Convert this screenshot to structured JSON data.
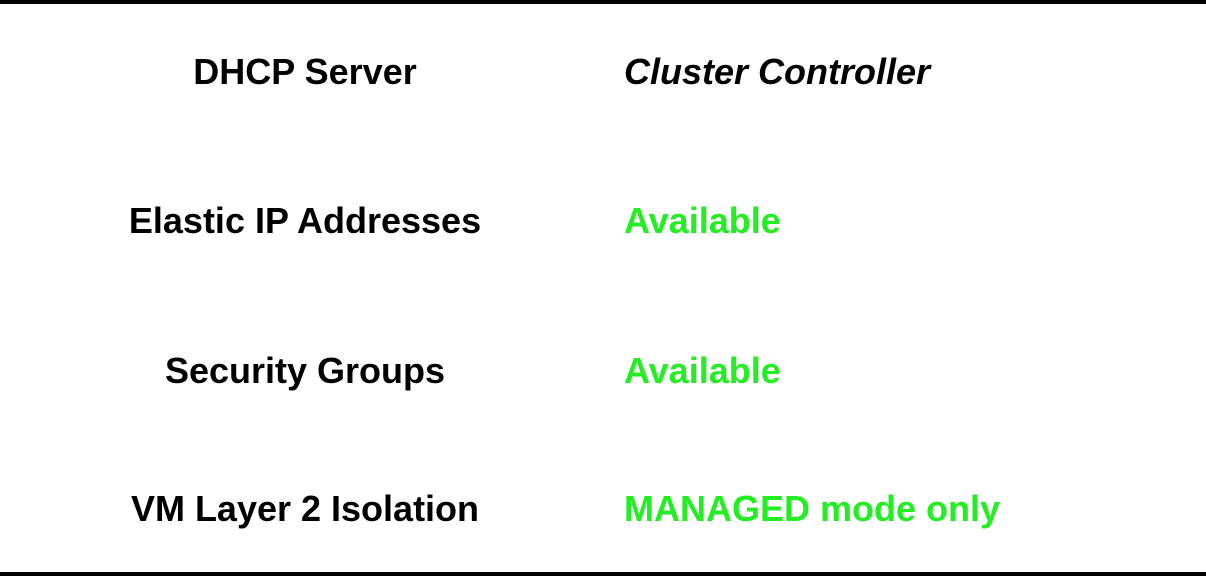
{
  "header": {
    "left": "DHCP Server",
    "right": "Cluster Controller"
  },
  "rows": [
    {
      "label": "Elastic IP Addresses",
      "value": "Available"
    },
    {
      "label": "Security Groups",
      "value": "Available"
    },
    {
      "label": "VM Layer 2 Isolation",
      "value": "MANAGED mode only"
    }
  ],
  "colors": {
    "value_green": "#22ee22",
    "text_black": "#000000",
    "rule": "#000000"
  }
}
